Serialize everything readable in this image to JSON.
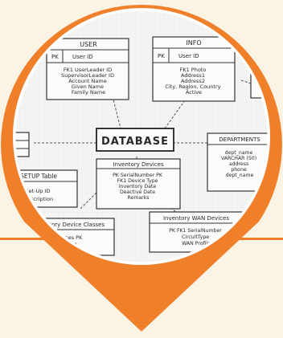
{
  "colors": {
    "background": "#fbf3e4",
    "accent": "#f07f2a",
    "paper": "#f4f4f2",
    "ink": "#2a2a2a"
  },
  "icon": "map-pin-icon",
  "diagram": {
    "center_label": "DATABASE",
    "user": {
      "title": "USER",
      "key_label": "PK",
      "key_field": "User ID",
      "fields": [
        "FK1   UserLeader ID",
        "SupervisorLeader ID",
        "Account Name",
        "Given Name",
        "Family Name"
      ]
    },
    "info": {
      "title": "INFO",
      "key_label": "PK",
      "key_field": "User ID",
      "fields": [
        "FK1   Photo",
        "Address1",
        "Address2",
        "City, Region, Country",
        "Active"
      ]
    },
    "inventory": {
      "title": "Inventory Devices",
      "fields": [
        "PK  SerialNumber PK",
        "FK1 Device Type",
        "Inventory Date",
        "Deactive Date",
        "Remarks"
      ]
    },
    "departments": {
      "title": "DEPARTMENTS",
      "fields": [
        "dept_name",
        "VARCHAR (50)",
        "address",
        "phone",
        "dept_name"
      ]
    },
    "setup": {
      "title": "SETUP Table",
      "fields": [
        "Set-Up ID",
        "description"
      ]
    },
    "classes": {
      "title": "Inventory Device Classes",
      "fields": [
        "Classes PK",
        "Name"
      ]
    },
    "wan": {
      "title": "Inventory WAN Devices",
      "fields": [
        "PK FK1  SerialNumber",
        "CircuitType",
        "WAN Profile"
      ]
    }
  }
}
